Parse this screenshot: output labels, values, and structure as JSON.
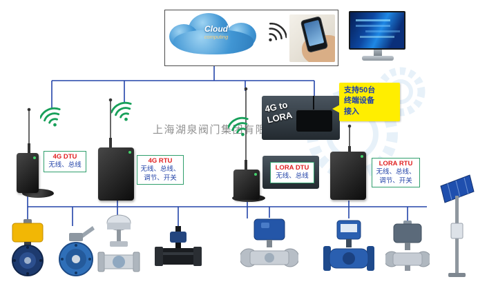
{
  "company": {
    "watermark_text": "上海湖泉阀门集团有限公司"
  },
  "cloud_panel": {
    "cloud_title": "Cloud",
    "cloud_subtitle": "computing"
  },
  "gateway": {
    "label_line1": "4G to",
    "label_line2": "LORA"
  },
  "callout": {
    "line1": "支持50台",
    "line2": "终端设备",
    "line3": "接入"
  },
  "devices": [
    {
      "name": "4G DTU",
      "desc1": "无线、总线"
    },
    {
      "name": "4G RTU",
      "desc1": "无线、总线、",
      "desc2": "调节、开关"
    },
    {
      "name": "LORA DTU",
      "desc1": "无线、总线"
    },
    {
      "name": "LORA RTU",
      "desc1": "无线、总线、",
      "desc2": "调节、开关"
    }
  ],
  "icons": {
    "wifi": "wifi-signal-icon",
    "antenna": "antenna-icon",
    "cloud": "cloud-computing-icon",
    "monitor": "desktop-monitor-icon",
    "phone": "smartphone-in-hand-icon",
    "gears": "gear-watermark-icon"
  },
  "product_icons": [
    "electric-actuator-butterfly-valve",
    "manual-butterfly-valve",
    "pneumatic-control-valve",
    "black-ball-valve",
    "electric-flanged-ball-valve",
    "electromagnetic-flowmeter",
    "electric-ball-valve",
    "solar-power-pole"
  ],
  "colors": {
    "connector_blue": "#2243a8",
    "label_border_green": "#2e9e6b",
    "device_title_red": "#e02020",
    "desc_text_blue": "#2243a8",
    "callout_yellow": "#ffee00",
    "wifi_green": "#18a05a"
  }
}
